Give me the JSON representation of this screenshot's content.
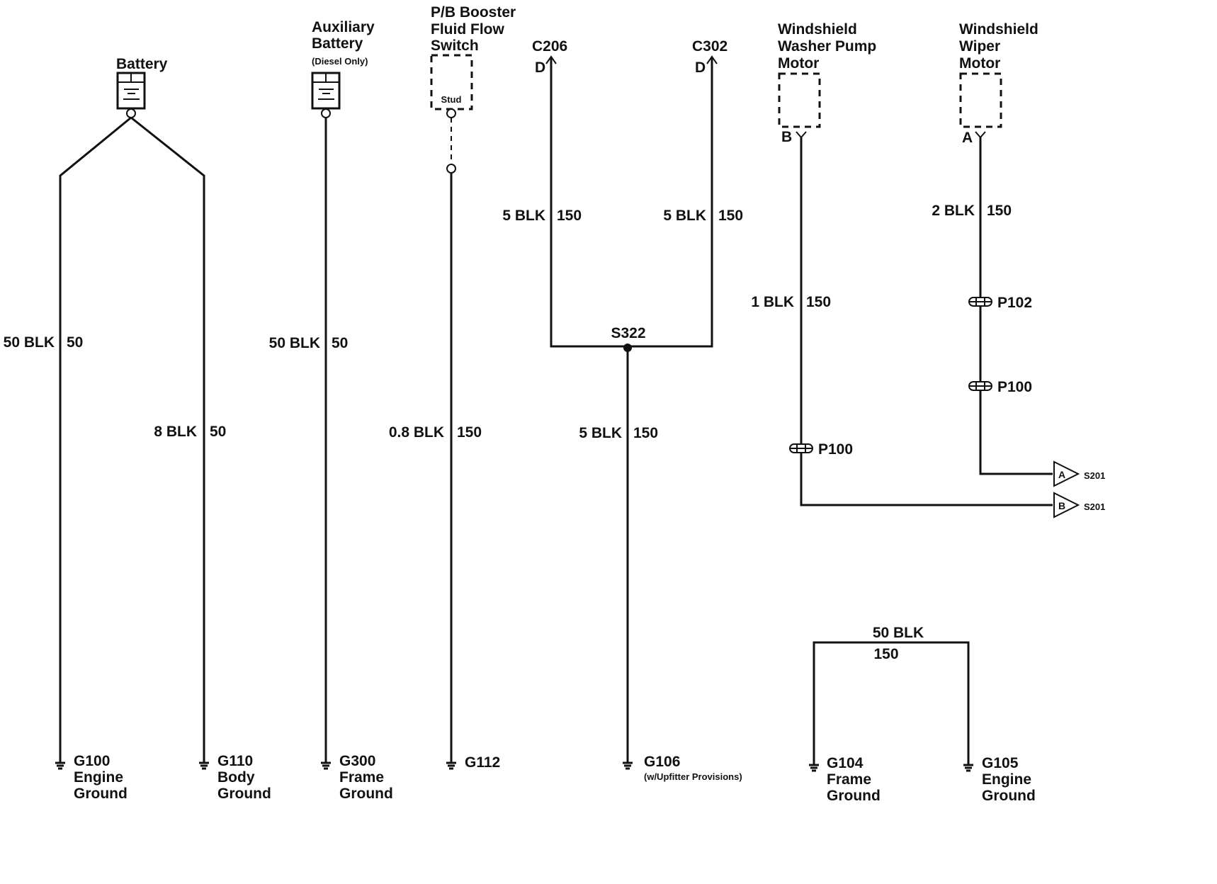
{
  "components": {
    "battery": "Battery",
    "aux_battery": [
      "Auxiliary",
      "Battery"
    ],
    "aux_battery_note": "(Diesel Only)",
    "pb_switch": [
      "P/B Booster",
      "Fluid Flow",
      "Switch"
    ],
    "pb_stud": "Stud",
    "washer_motor": [
      "Windshield",
      "Washer Pump",
      "Motor"
    ],
    "washer_pin": "B",
    "wiper_motor": [
      "Windshield",
      "Wiper",
      "Motor"
    ],
    "wiper_pin": "A"
  },
  "connectors": {
    "c206": "C206",
    "c206_pin": "D",
    "c302": "C302",
    "c302_pin": "D",
    "s322": "S322",
    "p102": "P102",
    "p100_wiper": "P100",
    "p100_washer": "P100",
    "s201_a_pin": "A",
    "s201_a": "S201",
    "s201_b_pin": "B",
    "s201_b": "S201"
  },
  "wires": {
    "g100": {
      "size": "50 BLK",
      "circuit": "50"
    },
    "g110": {
      "size": "8 BLK",
      "circuit": "50"
    },
    "g300": {
      "size": "50 BLK",
      "circuit": "50"
    },
    "g112": {
      "size": "0.8 BLK",
      "circuit": "150"
    },
    "c206": {
      "size": "5 BLK",
      "circuit": "150"
    },
    "c302": {
      "size": "5 BLK",
      "circuit": "150"
    },
    "g106": {
      "size": "5 BLK",
      "circuit": "150"
    },
    "washer": {
      "size": "1 BLK",
      "circuit": "150"
    },
    "wiper": {
      "size": "2 BLK",
      "circuit": "150"
    },
    "g104_g105": {
      "size": "50 BLK",
      "circuit": "150"
    }
  },
  "grounds": {
    "g100": [
      "G100",
      "Engine",
      "Ground"
    ],
    "g110": [
      "G110",
      "Body",
      "Ground"
    ],
    "g300": [
      "G300",
      "Frame",
      "Ground"
    ],
    "g112": [
      "G112"
    ],
    "g106": [
      "G106"
    ],
    "g106_note": "(w/Upfitter Provisions)",
    "g104": [
      "G104",
      "Frame",
      "Ground"
    ],
    "g105": [
      "G105",
      "Engine",
      "Ground"
    ]
  }
}
